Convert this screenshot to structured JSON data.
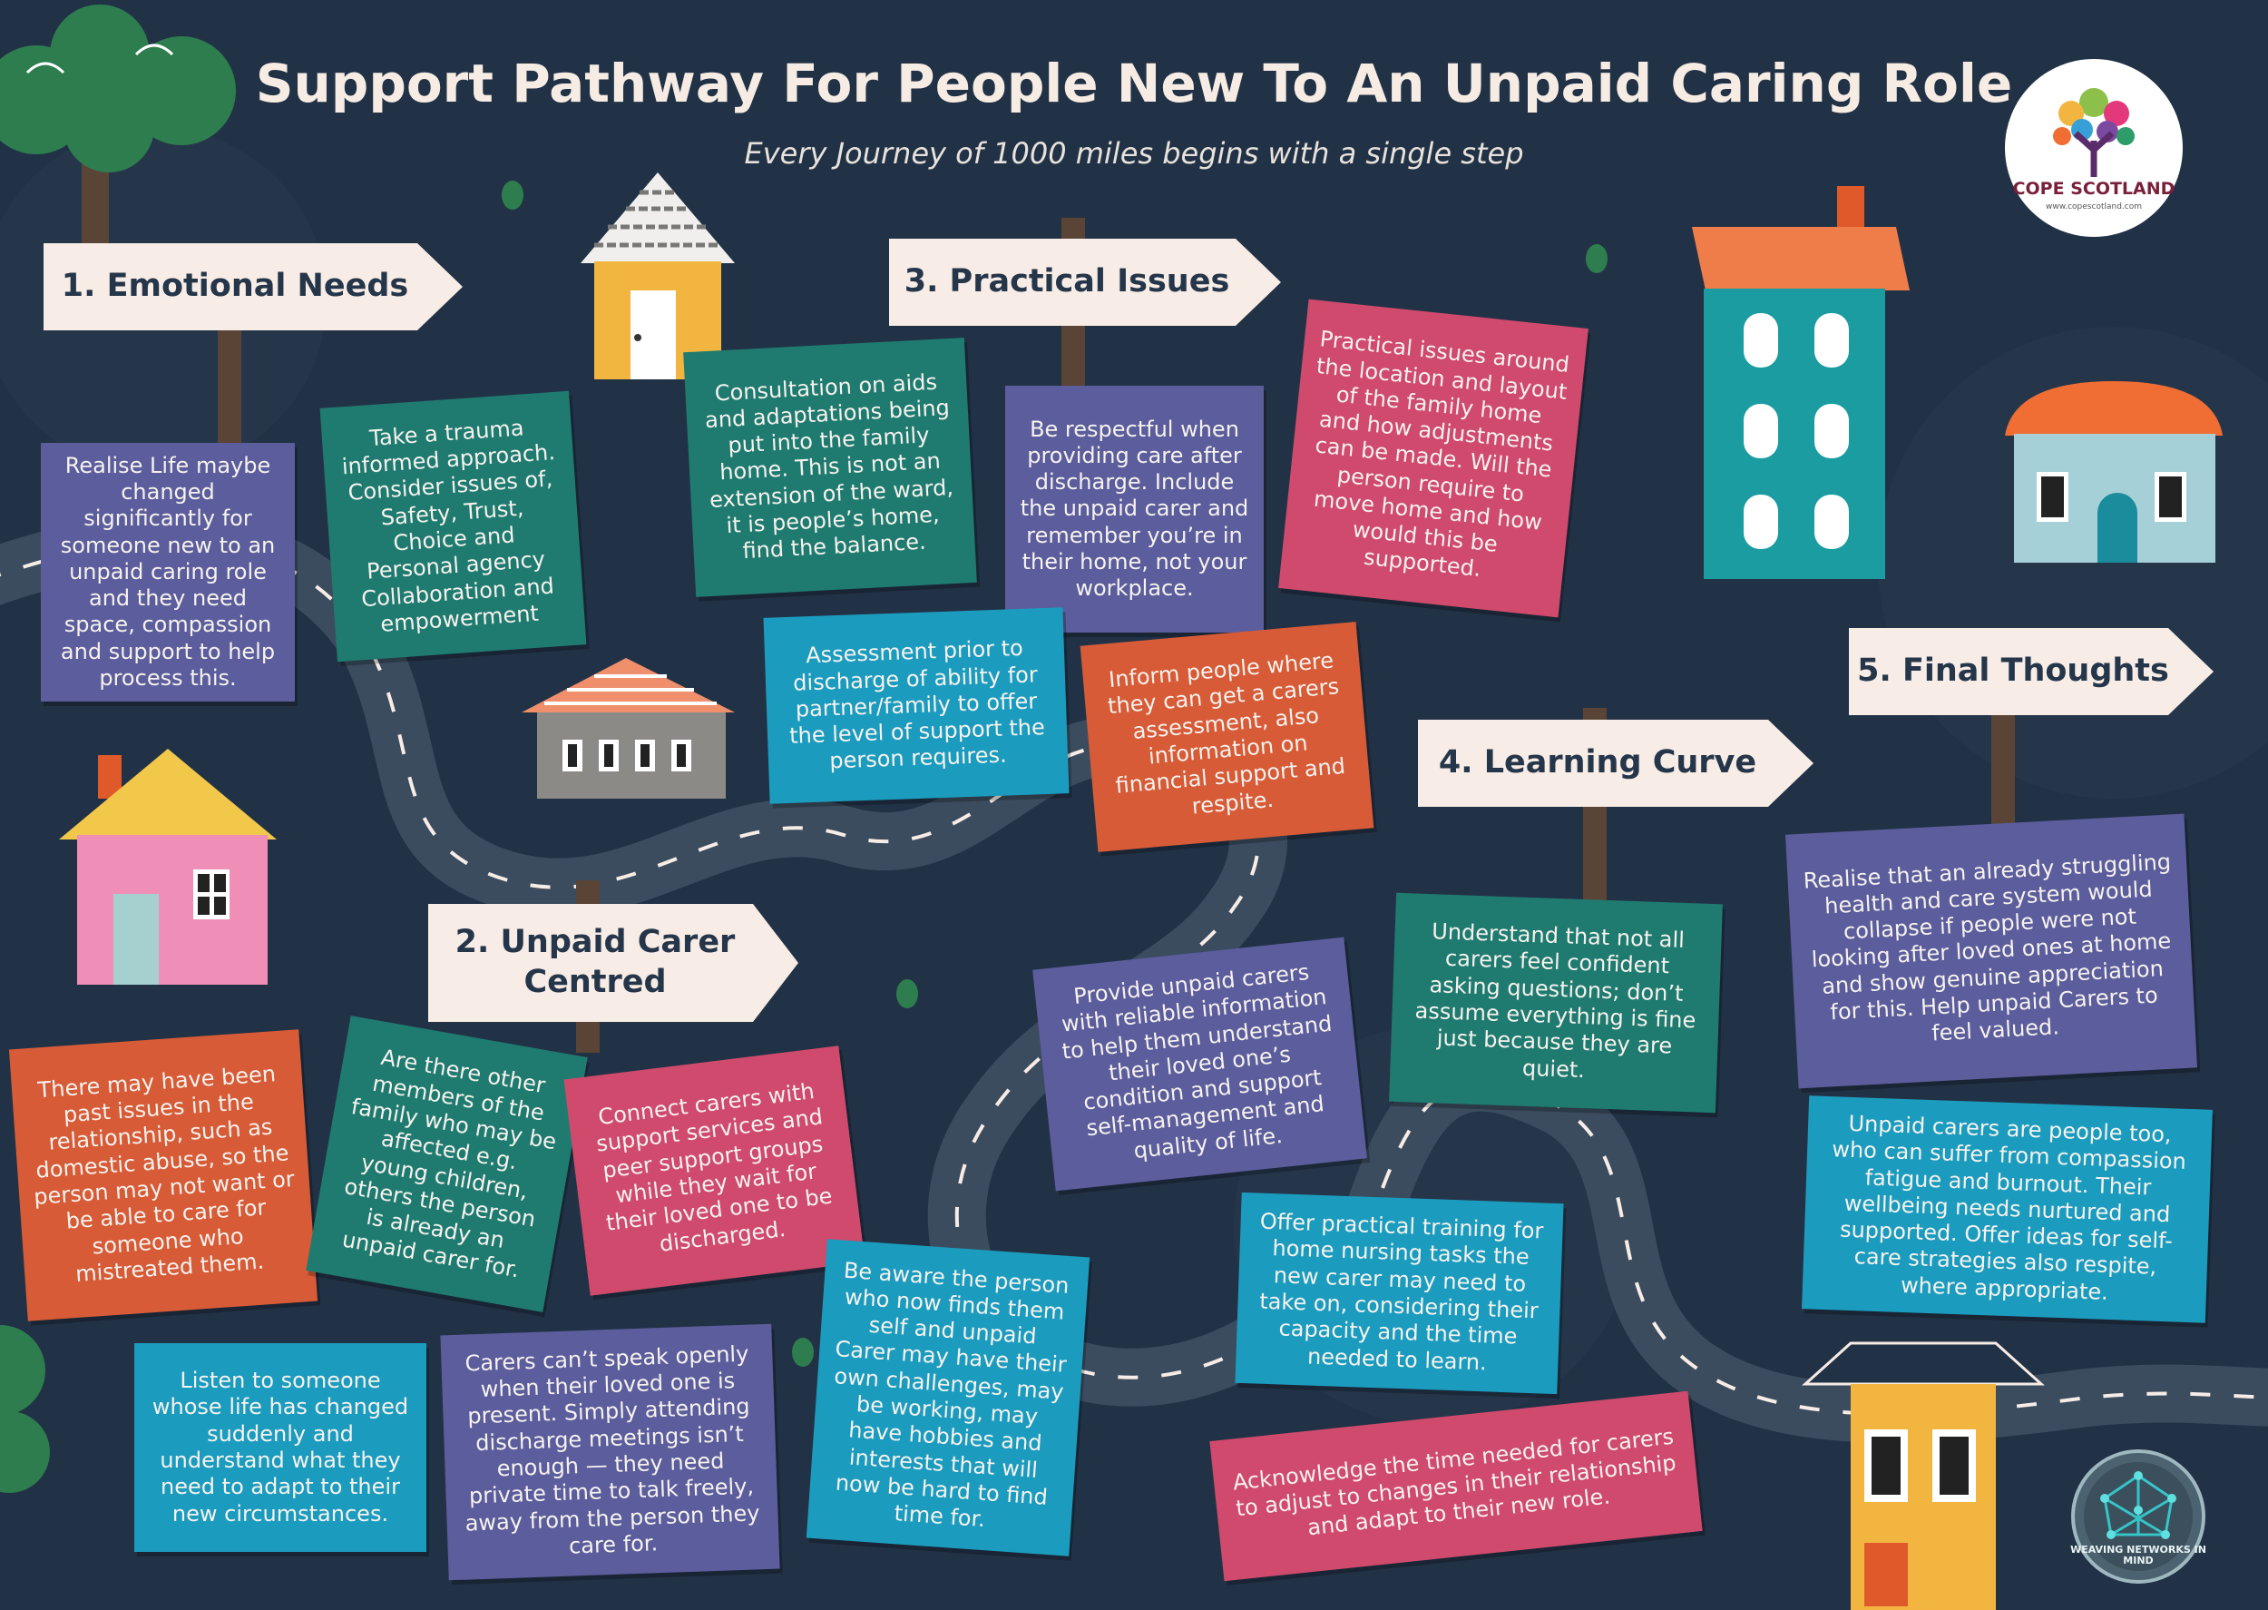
{
  "header": {
    "title": "Support Pathway For People New To An Unpaid Caring Role",
    "subtitle": "Every Journey of 1000 miles begins with a single step"
  },
  "logo": {
    "name": "COPE SCOTLAND",
    "url": "www.copescotland.com",
    "icon": "tree-icon",
    "color": "#7a1f3a"
  },
  "badge": {
    "name": "WEAVING NETWORKS IN MIND",
    "icon": "network-icon"
  },
  "signs": {
    "emotional": "1. Emotional Needs",
    "carer_line1": "2. Unpaid",
    "carer_line2": "Carer Centred",
    "practical": "3. Practical Issues",
    "learning": "4. Learning Curve",
    "final": "5. Final Thoughts"
  },
  "cards": {
    "realise_life": "Realise Life maybe changed significantly for someone new to an unpaid caring role and they need space, compassion and support to help process this.",
    "trauma": "Take a trauma informed approach. Consider issues of, Safety, Trust, Choice and Personal agency Collaboration and empowerment",
    "consultation": "Consultation on aids and adaptations being put into the family home. This is not an extension of the ward, it is people’s home, find the balance.",
    "respectful": "Be respectful when providing care after discharge. Include the unpaid carer and remember you’re in their home, not your workplace.",
    "practical_issues": "Practical issues around the location and layout of the family home and how adjustments can be made. Will the person require to move home and how would this be supported.",
    "assessment": "Assessment prior to discharge of ability for partner/family to offer the level of support the person requires.",
    "inform": "Inform people where they can get a carers assessment, also information on financial support and respite.",
    "past_issues": "There may have been past issues in the relationship, such as domestic abuse, so the person may not want or be able to care for someone who mistreated them.",
    "other_members": "Are there other members of the family who may be affected e.g. young children, others the person is already an unpaid carer for.",
    "connect": "Connect carers with support services and peer support groups while they wait for their loved one to be discharged.",
    "listen": "Listen to someone whose life has changed suddenly and understand what they need to adapt to their new circumstances.",
    "speak_openly": "Carers can’t speak openly when their loved one is present. Simply attending discharge meetings isn’t enough — they need private time to talk freely, away from the person they care for.",
    "be_aware": "Be aware the person who now finds them self and unpaid Carer may have their own challenges, may be working, may have hobbies and interests that will now be hard to find time for.",
    "reliable_info": "Provide unpaid carers with reliable information to help them understand their loved one’s condition and support self-management and quality of life.",
    "not_confident": "Understand that not all carers feel confident asking questions; don’t assume everything is fine just because they are quiet.",
    "training": "Offer practical training for home nursing tasks the new carer may need to take on, considering their capacity and the time needed to learn.",
    "acknowledge": "Acknowledge the time needed for carers to adjust to changes in their relationship and adapt to their new role.",
    "collapse": "Realise that an already struggling health and care system would collapse if people were not looking after loved ones at home and show genuine appreciation for this. Help unpaid Carers to feel valued.",
    "people_too": "Unpaid carers are people too, who can suffer from compassion fatigue and burnout. Their wellbeing needs nurtured and supported. Offer ideas for self-care strategies also respite, where appropriate."
  },
  "colors": {
    "background": "#223246",
    "road": "#3b4c5f",
    "sign": "#f7ece6",
    "purple": "#5b5d9c",
    "teal": "#1f7b70",
    "pink": "#cf4a6c",
    "orange": "#d75b37",
    "blue": "#1b9cbf"
  }
}
